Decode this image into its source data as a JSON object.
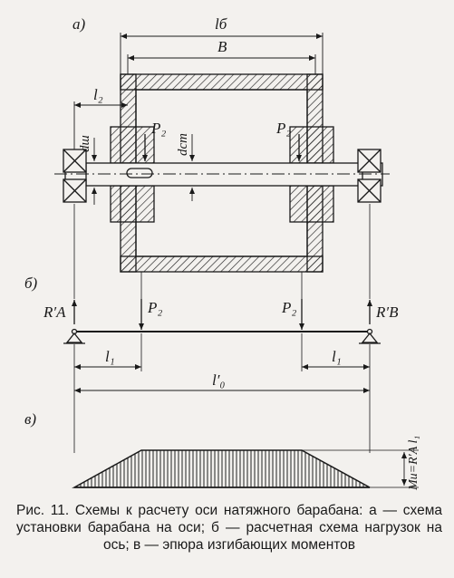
{
  "figure": {
    "part_labels": {
      "a": "а)",
      "b": "б)",
      "v": "в)"
    },
    "dimension_labels": {
      "l_b": "lб",
      "B": "B",
      "l_2": "l₂",
      "d_sh": "dш",
      "d_st": "dст",
      "l_1_left": "l₁",
      "l_1_right": "l₁",
      "l_0_prime": "l′₀"
    },
    "force_labels": {
      "P2_upper_left": "P₂",
      "P2_upper_right": "P₂",
      "P2_lower_left": "P₂",
      "P2_lower_right": "P₂",
      "RA": "R′A",
      "RB": "R′B"
    },
    "moment_label": "Mи=R′A l₁"
  },
  "caption": "Рис. 11. Схемы к расчету оси натяжного барабана: а — схема установки барабана на оси; б — расчетная схема нагрузок на ось; в — эпюра изгибающих моментов"
}
